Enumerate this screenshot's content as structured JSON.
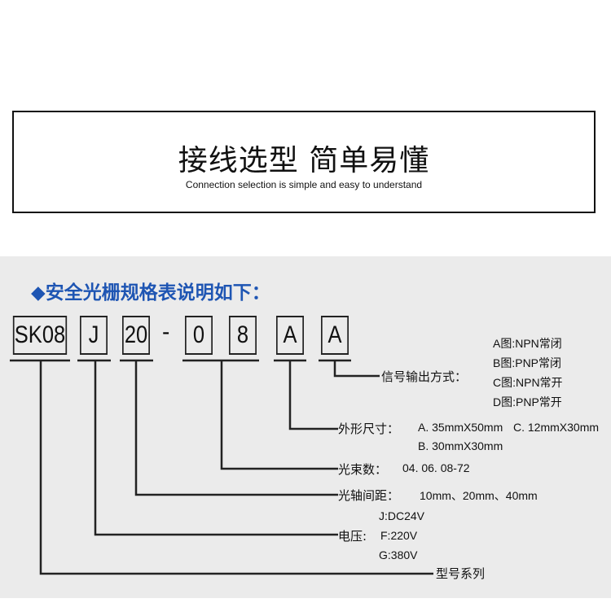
{
  "banner": {
    "title": "接线选型 简单易懂",
    "subtitle": "Connection selection is simple and easy to understand"
  },
  "heading": "◆安全光栅规格表说明如下：",
  "code_boxes": [
    "SK08",
    "J",
    "20",
    "-",
    "0",
    "8",
    "A",
    "A"
  ],
  "signal": {
    "label": "信号输出方式：",
    "options": [
      "A图:NPN常闭",
      "B图:PNP常闭",
      "C图:NPN常开",
      "D图:PNP常开"
    ]
  },
  "size": {
    "label": "外形尺寸：",
    "options": [
      "A. 35mmX50mm",
      "C. 12mmX30mm",
      "B. 30mmX30mm"
    ]
  },
  "beams": {
    "label": "光束数：",
    "value": "04. 06. 08-72"
  },
  "pitch": {
    "label": "光轴间距：",
    "value": "10mm、20mm、40mm"
  },
  "voltage": {
    "label": "电压:",
    "options": [
      "J:DC24V",
      "F:220V",
      "G:380V"
    ]
  },
  "series": {
    "label": "型号系列"
  }
}
